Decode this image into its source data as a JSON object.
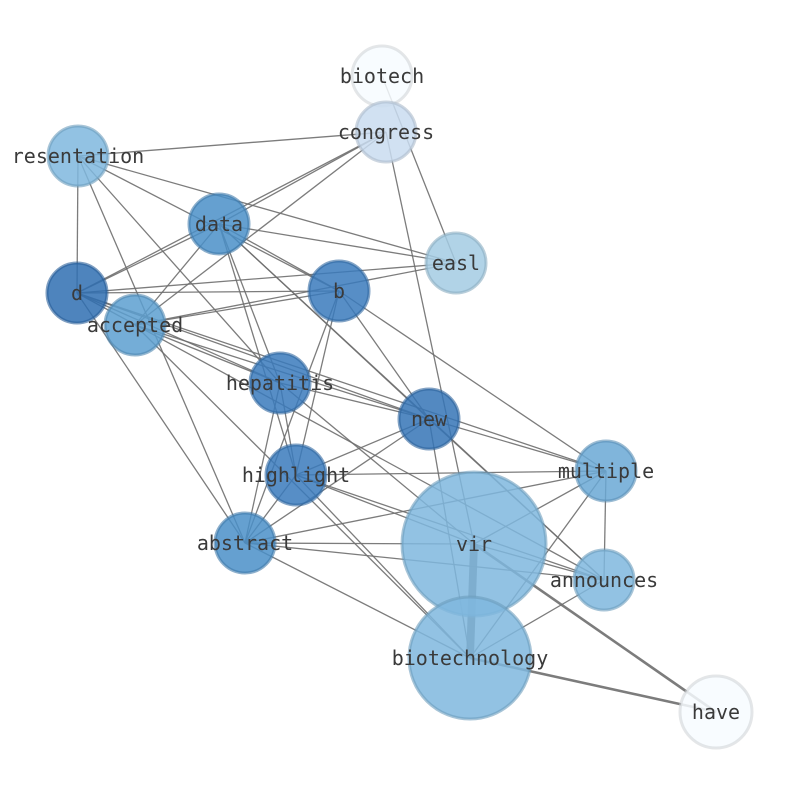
{
  "graph": {
    "nodes": [
      {
        "id": "biotech",
        "label": "biotech",
        "color": "#f7fbff"
      },
      {
        "id": "congress",
        "label": "congress",
        "color": "#c9dcf0"
      },
      {
        "id": "resentation",
        "label": "resentation",
        "color": "#7fb7de"
      },
      {
        "id": "data",
        "label": "data",
        "color": "#4a8fc8"
      },
      {
        "id": "easl",
        "label": "easl",
        "color": "#a3cbe3"
      },
      {
        "id": "d",
        "label": "d",
        "color": "#2f6fb2"
      },
      {
        "id": "b",
        "label": "b",
        "color": "#3a7abc"
      },
      {
        "id": "accepted",
        "label": "accepted",
        "color": "#5c9fd0"
      },
      {
        "id": "hepatitis",
        "label": "hepatitis",
        "color": "#3a7abc"
      },
      {
        "id": "new",
        "label": "new",
        "color": "#3574b6"
      },
      {
        "id": "highlight",
        "label": "highlight",
        "color": "#3a7abc"
      },
      {
        "id": "multiple",
        "label": "multiple",
        "color": "#6aa8d5"
      },
      {
        "id": "abstract",
        "label": "abstract",
        "color": "#4a8fc8"
      },
      {
        "id": "vir",
        "label": "vir",
        "color": "#7fb7de"
      },
      {
        "id": "announces",
        "label": "announces",
        "color": "#7fb7de"
      },
      {
        "id": "biotechnology",
        "label": "biotechnology",
        "color": "#7fb7de"
      },
      {
        "id": "have",
        "label": "have",
        "color": "#f7fbff"
      }
    ],
    "edges": [
      {
        "source": "biotech",
        "target": "easl",
        "weight": 1
      },
      {
        "source": "congress",
        "target": "vir",
        "weight": 1
      },
      {
        "source": "congress",
        "target": "resentation",
        "weight": 1
      },
      {
        "source": "congress",
        "target": "data",
        "weight": 1
      },
      {
        "source": "congress",
        "target": "d",
        "weight": 1
      },
      {
        "source": "congress",
        "target": "accepted",
        "weight": 1
      },
      {
        "source": "resentation",
        "target": "d",
        "weight": 1
      },
      {
        "source": "resentation",
        "target": "easl",
        "weight": 1
      },
      {
        "source": "resentation",
        "target": "b",
        "weight": 1
      },
      {
        "source": "resentation",
        "target": "hepatitis",
        "weight": 1
      },
      {
        "source": "resentation",
        "target": "abstract",
        "weight": 1
      },
      {
        "source": "data",
        "target": "d",
        "weight": 1
      },
      {
        "source": "data",
        "target": "easl",
        "weight": 1
      },
      {
        "source": "data",
        "target": "b",
        "weight": 1
      },
      {
        "source": "data",
        "target": "accepted",
        "weight": 1
      },
      {
        "source": "data",
        "target": "hepatitis",
        "weight": 1
      },
      {
        "source": "data",
        "target": "new",
        "weight": 1
      },
      {
        "source": "data",
        "target": "highlight",
        "weight": 1
      },
      {
        "source": "data",
        "target": "announces",
        "weight": 1
      },
      {
        "source": "easl",
        "target": "d",
        "weight": 1
      },
      {
        "source": "easl",
        "target": "accepted",
        "weight": 1
      },
      {
        "source": "d",
        "target": "b",
        "weight": 1
      },
      {
        "source": "d",
        "target": "hepatitis",
        "weight": 1
      },
      {
        "source": "d",
        "target": "new",
        "weight": 1
      },
      {
        "source": "d",
        "target": "abstract",
        "weight": 1
      },
      {
        "source": "d",
        "target": "multiple",
        "weight": 1
      },
      {
        "source": "d",
        "target": "announces",
        "weight": 1
      },
      {
        "source": "accepted",
        "target": "b",
        "weight": 1
      },
      {
        "source": "accepted",
        "target": "hepatitis",
        "weight": 1
      },
      {
        "source": "accepted",
        "target": "new",
        "weight": 1
      },
      {
        "source": "accepted",
        "target": "biotechnology",
        "weight": 1
      },
      {
        "source": "b",
        "target": "new",
        "weight": 1
      },
      {
        "source": "b",
        "target": "highlight",
        "weight": 1
      },
      {
        "source": "b",
        "target": "abstract",
        "weight": 1
      },
      {
        "source": "b",
        "target": "multiple",
        "weight": 1
      },
      {
        "source": "hepatitis",
        "target": "new",
        "weight": 1
      },
      {
        "source": "hepatitis",
        "target": "highlight",
        "weight": 1
      },
      {
        "source": "hepatitis",
        "target": "abstract",
        "weight": 1
      },
      {
        "source": "hepatitis",
        "target": "vir",
        "weight": 1
      },
      {
        "source": "new",
        "target": "multiple",
        "weight": 1
      },
      {
        "source": "new",
        "target": "highlight",
        "weight": 1
      },
      {
        "source": "new",
        "target": "abstract",
        "weight": 1
      },
      {
        "source": "new",
        "target": "biotechnology",
        "weight": 1
      },
      {
        "source": "new",
        "target": "announces",
        "weight": 1
      },
      {
        "source": "highlight",
        "target": "multiple",
        "weight": 1
      },
      {
        "source": "highlight",
        "target": "abstract",
        "weight": 1
      },
      {
        "source": "highlight",
        "target": "vir",
        "weight": 1
      },
      {
        "source": "highlight",
        "target": "announces",
        "weight": 1
      },
      {
        "source": "highlight",
        "target": "biotechnology",
        "weight": 1
      },
      {
        "source": "multiple",
        "target": "vir",
        "weight": 1
      },
      {
        "source": "multiple",
        "target": "announces",
        "weight": 1
      },
      {
        "source": "multiple",
        "target": "abstract",
        "weight": 1
      },
      {
        "source": "multiple",
        "target": "biotechnology",
        "weight": 1
      },
      {
        "source": "abstract",
        "target": "vir",
        "weight": 1
      },
      {
        "source": "abstract",
        "target": "biotechnology",
        "weight": 1
      },
      {
        "source": "abstract",
        "target": "announces",
        "weight": 1
      },
      {
        "source": "vir",
        "target": "biotechnology",
        "weight": 6
      },
      {
        "source": "vir",
        "target": "announces",
        "weight": 1
      },
      {
        "source": "vir",
        "target": "have",
        "weight": 2
      },
      {
        "source": "announces",
        "target": "biotechnology",
        "weight": 1
      },
      {
        "source": "biotechnology",
        "target": "have",
        "weight": 2
      }
    ]
  }
}
